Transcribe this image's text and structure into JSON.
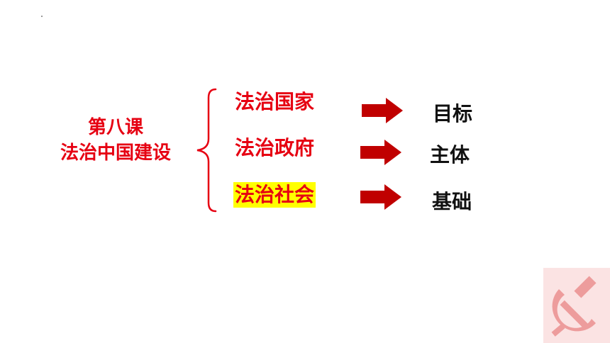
{
  "lesson": {
    "number": "第八课",
    "title": "法治中国建设"
  },
  "items": [
    {
      "label": "法治国家",
      "result": "目标",
      "highlighted": false
    },
    {
      "label": "法治政府",
      "result": "主体",
      "highlighted": false
    },
    {
      "label": "法治社会",
      "result": "基础",
      "highlighted": true
    }
  ],
  "colors": {
    "accent_red": "#e60012",
    "arrow_red": "#c00000",
    "highlight": "#ffff00",
    "text_dark": "#111111"
  },
  "icons": {
    "arrow": "arrow-right-icon",
    "emblem": "hammer-sickle-icon"
  }
}
